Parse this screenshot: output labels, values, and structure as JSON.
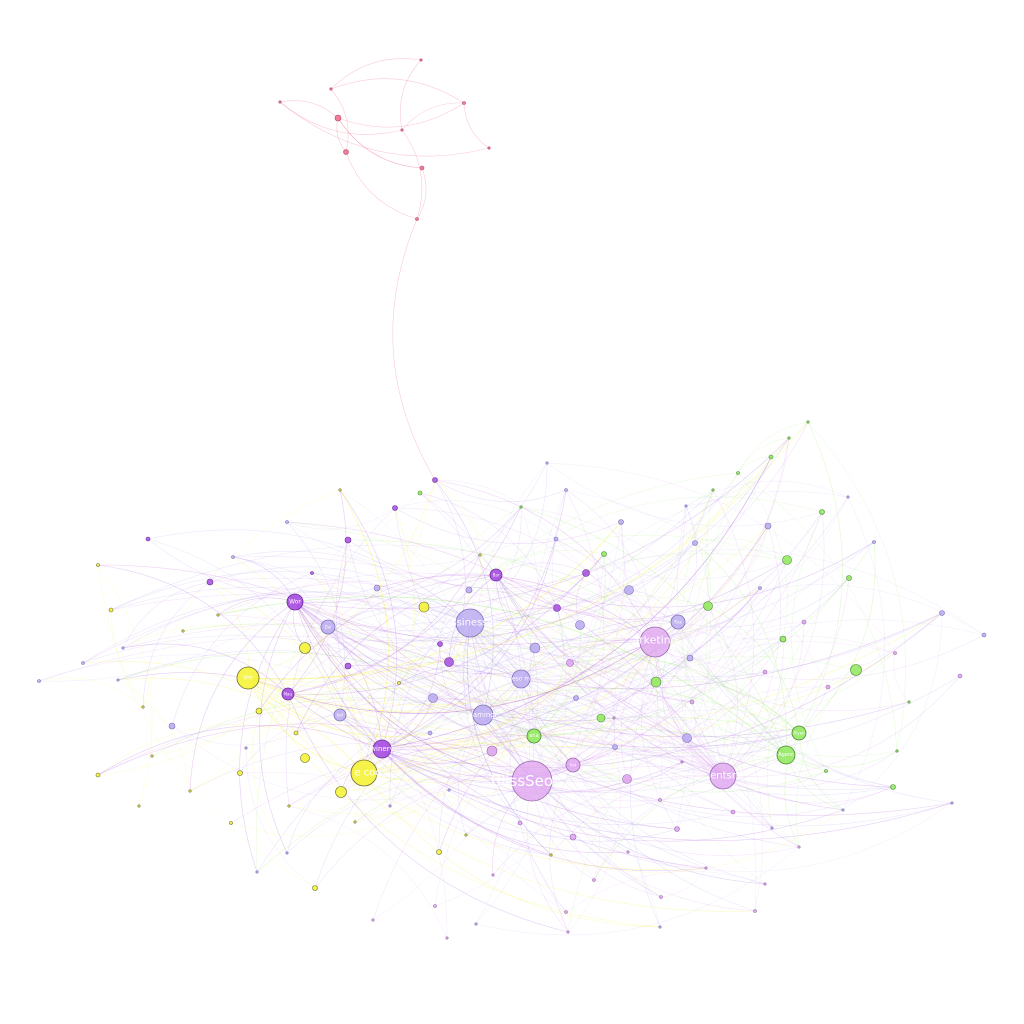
{
  "colors": {
    "pink": "#f06a8a",
    "purple": "#a64de0",
    "lavender": "#b8a8f0",
    "orchid": "#dea0ef",
    "yellow": "#f4f22e",
    "green": "#8ee85a"
  },
  "graph": {
    "layout": "force-directed network",
    "edge_style": "curved, semi-transparent, colored by source community",
    "communities": [
      "pink",
      "purple",
      "lavender",
      "orchid",
      "yellow",
      "green"
    ],
    "labels": {
      "blissseo": "BlissSeo",
      "marketing": "arketing",
      "business": "ssinessin",
      "agents": "entsr",
      "seo_ycc": "e cog",
      "winery": "winery",
      "gaming": "gamingr",
      "mobile": "eso m",
      "wordv": "Wor",
      "vie": "Vie",
      "agenc": "Agenc",
      "ana": "ana",
      "yellow_big": "Aiyan",
      "lav_small1": "Res",
      "lav_small2": "Dal",
      "lav_small3": "bel",
      "purple_a": "Bar",
      "purple_b": "Nau",
      "purple_c": "Ast"
    }
  }
}
